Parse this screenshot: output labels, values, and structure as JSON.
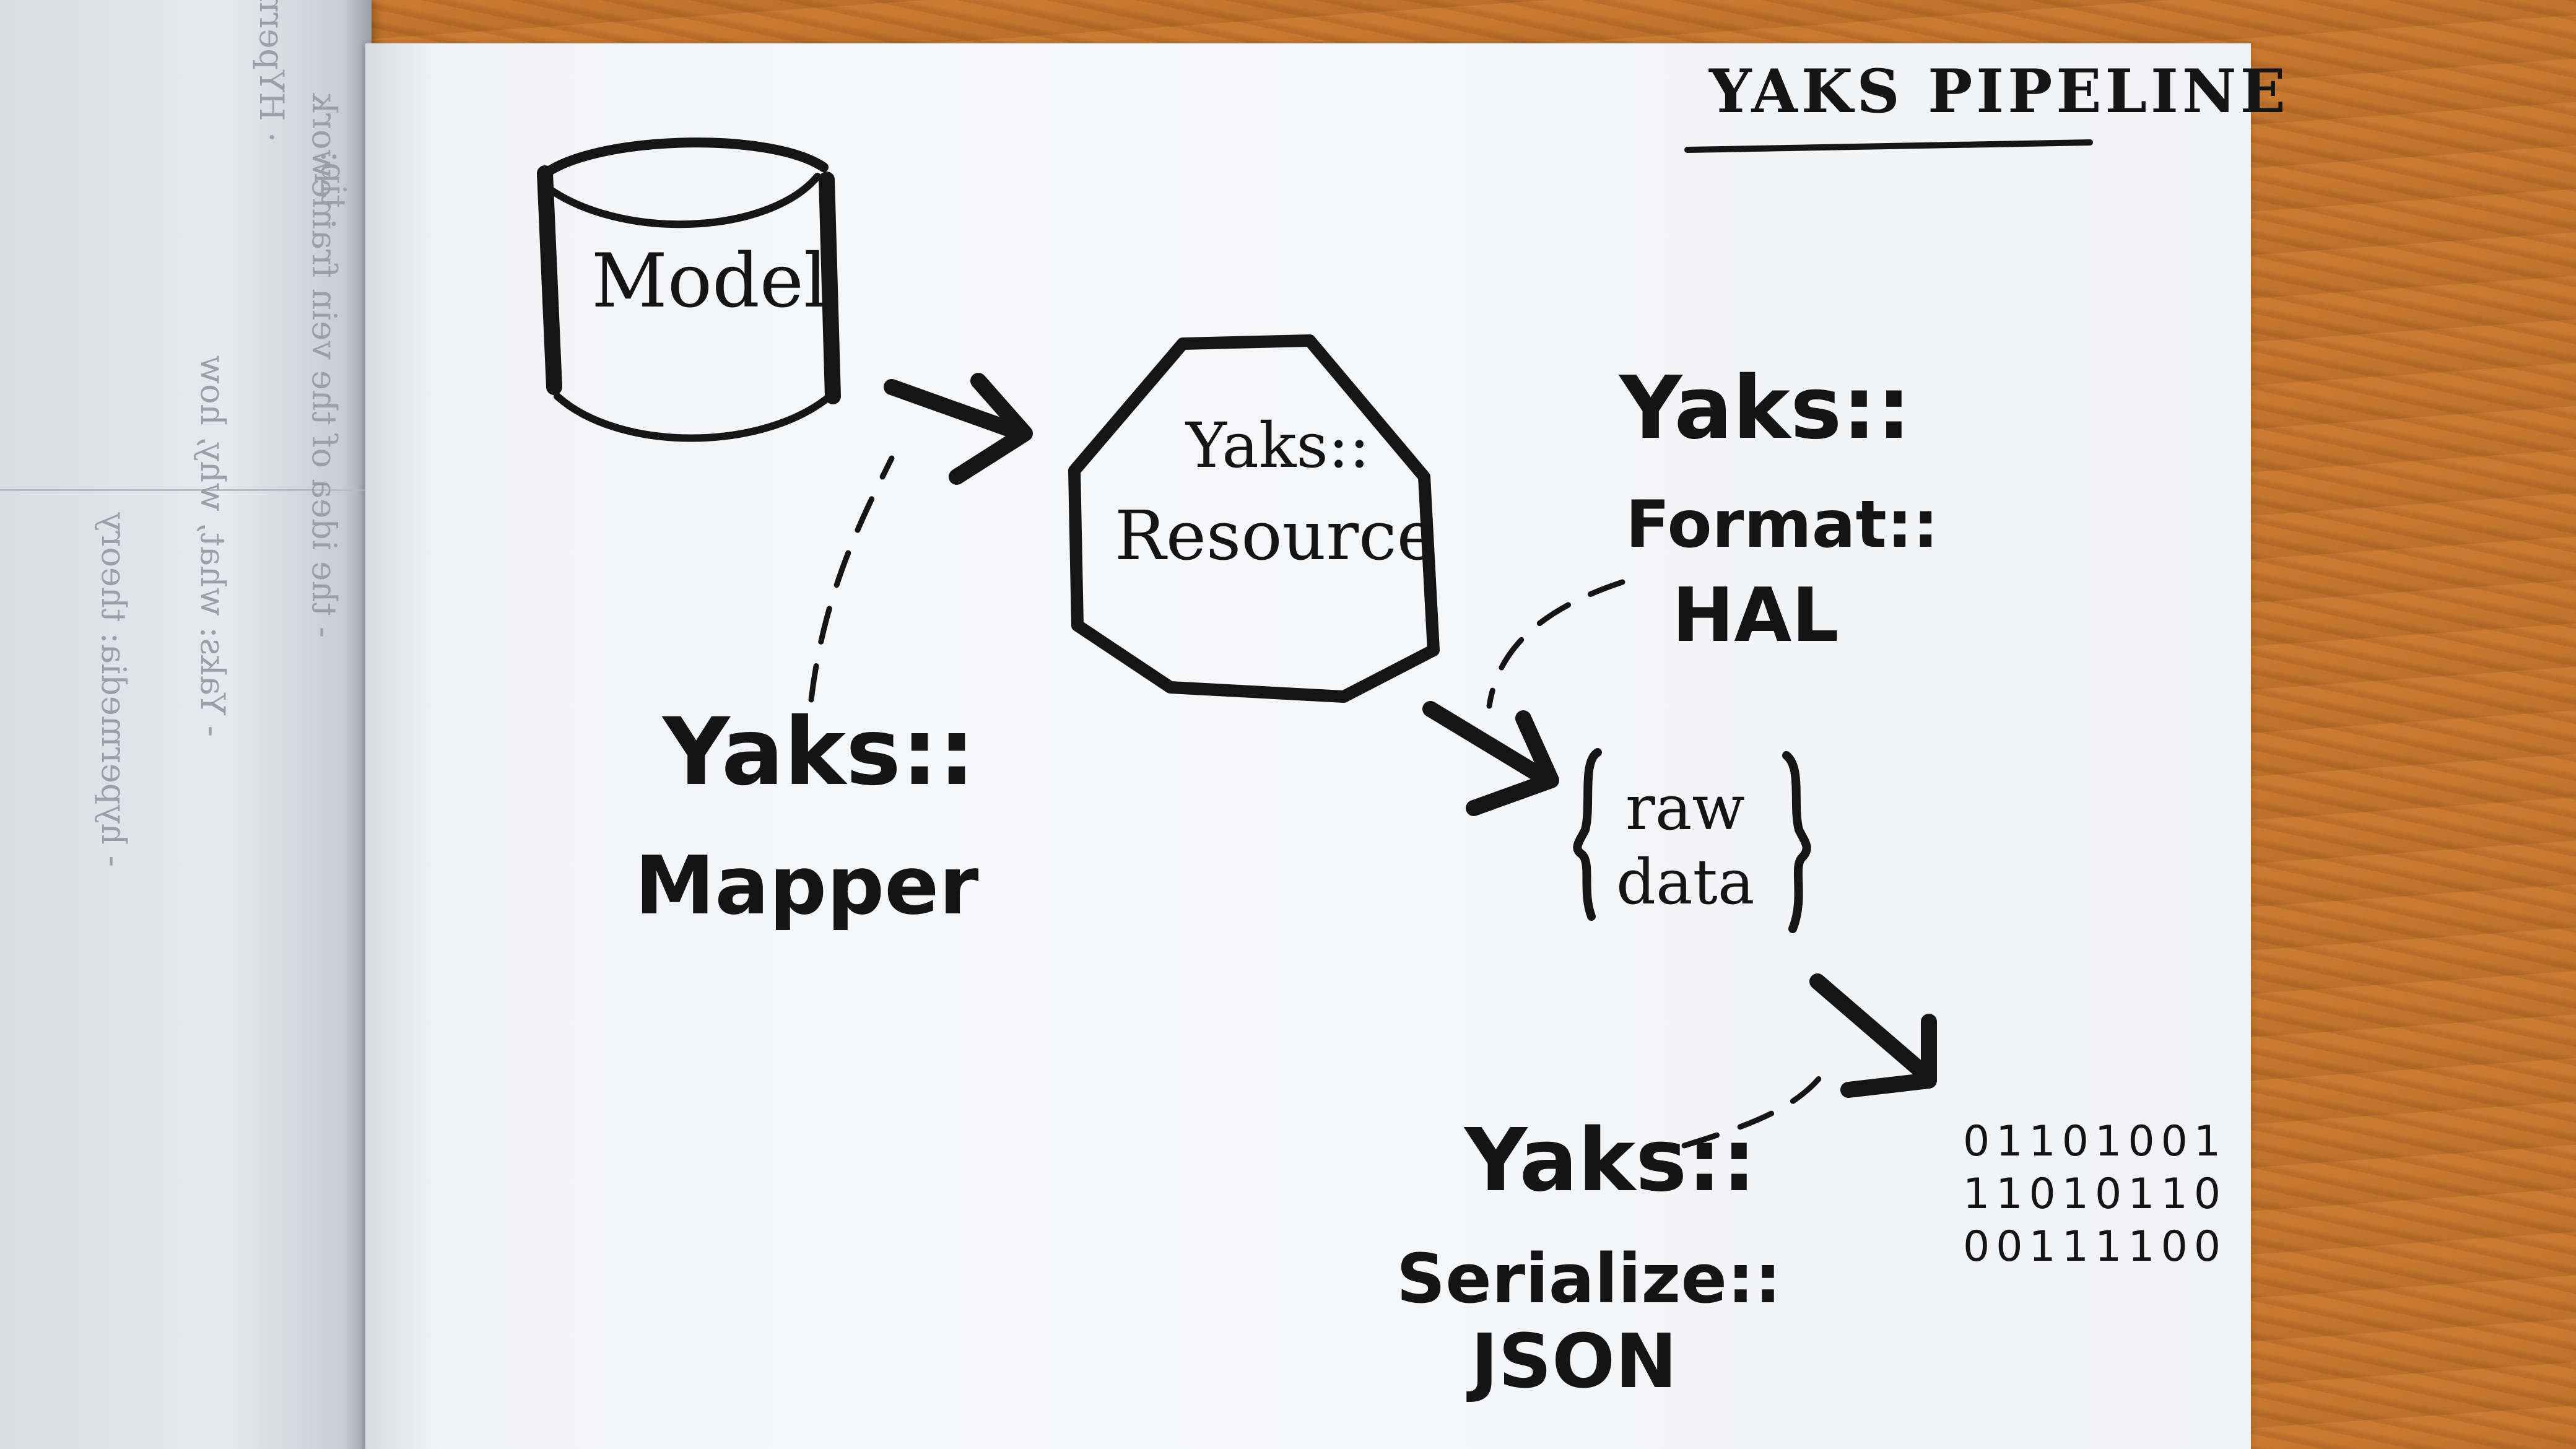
{
  "title": "YAKS PIPELINE",
  "nodes": {
    "model": "Model",
    "resource": [
      "Yaks::",
      "Resource"
    ],
    "mapper": [
      "Yaks::",
      "Mapper"
    ],
    "format": [
      "Yaks::",
      "Format::",
      "HAL"
    ],
    "raw_data": [
      "raw",
      "data"
    ],
    "serializer": [
      "Yaks::",
      "Serialize::",
      "JSON"
    ],
    "binary": [
      "01101001",
      "11010110",
      "00111100"
    ]
  },
  "left_page_notes": {
    "top": [
      "· HYpermedia",
      "· tip:"
    ],
    "bottom": [
      "- the idea of the vein framework",
      "- Yaks: what, why, how",
      "- hypermedia: theory"
    ]
  }
}
